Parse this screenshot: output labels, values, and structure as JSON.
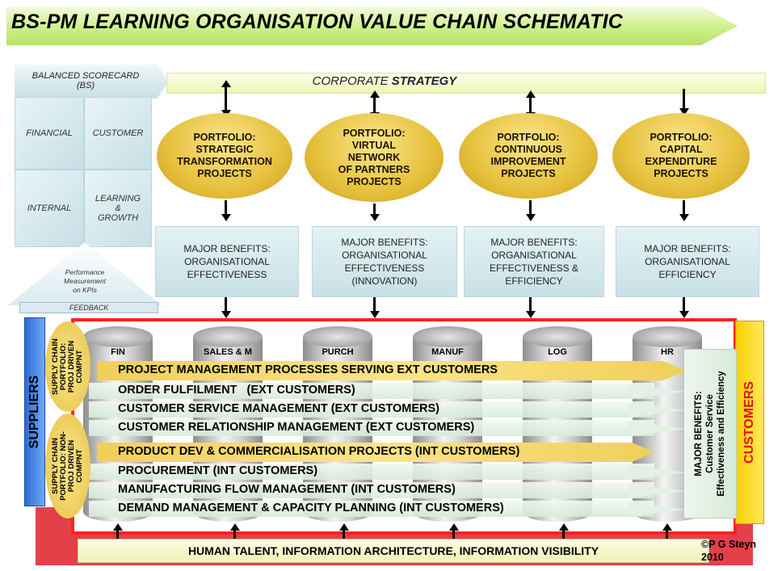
{
  "title": "BS-PM LEARNING ORGANISATION VALUE CHAIN SCHEMATIC",
  "balanced_scorecard": {
    "label_line1": "BALANCED SCORECARD",
    "label_line2": "(BS)",
    "quadrants": {
      "financial": "FINANCIAL",
      "customer": "CUSTOMER",
      "internal": "INTERNAL",
      "learning_line1": "LEARNING",
      "learning_line2": "&",
      "learning_line3": "GROWTH"
    }
  },
  "corporate_strategy": {
    "prefix": "CORPORATE ",
    "emphasis": "STRATEGY"
  },
  "portfolios": [
    {
      "l1": "PORTFOLIO:",
      "l2": "STRATEGIC",
      "l3": "TRANSFORMATION",
      "l4": "PROJECTS"
    },
    {
      "l1": "PORTFOLIO:",
      "l2": "VIRTUAL",
      "l3": "NETWORK",
      "l4": "OF PARTNERS",
      "l5": "PROJECTS"
    },
    {
      "l1": "PORTFOLIO:",
      "l2": "CONTINUOUS",
      "l3": "IMPROVEMENT",
      "l4": "PROJECTS"
    },
    {
      "l1": "PORTFOLIO:",
      "l2": "CAPITAL",
      "l3": "EXPENDITURE",
      "l4": "PROJECTS"
    }
  ],
  "major_benefits": [
    {
      "l1": "MAJOR BENEFITS:",
      "l2": "ORGANISATIONAL",
      "l3": "EFFECTIVENESS"
    },
    {
      "l1": "MAJOR BENEFITS:",
      "l2": "ORGANISATIONAL",
      "l3": "EFFECTIVENESS",
      "l4": "(INNOVATION)"
    },
    {
      "l1": "MAJOR BENEFITS:",
      "l2": "ORGANISATIONAL",
      "l3": "EFFECTIVENESS &",
      "l4": "EFFICIENCY"
    },
    {
      "l1": "MAJOR BENEFITS:",
      "l2": "ORGANISATIONAL",
      "l3": "EFFICIENCY"
    }
  ],
  "performance": {
    "l1": "Performance",
    "l2": "Measurement",
    "l3": "on KPIs",
    "feedback": "FEEDBACK"
  },
  "suppliers": "SUPPLIERS",
  "customers": "CUSTOMERS",
  "supply_chain_top": {
    "l1": "SUPPLY CHAIN",
    "l2": "PORTFOLIO:",
    "l3": "PROJ DRIVEN",
    "l4": "COMPNT"
  },
  "supply_chain_bottom": {
    "l1": "SUPPLY CHAIN",
    "l2": "PORTFOLIO: NON-",
    "l3": "PROJ DRIVEN",
    "l4": "COMPNT"
  },
  "functions": [
    "FIN",
    "SALES & M",
    "PURCH",
    "MANUF",
    "LOG",
    "HR"
  ],
  "processes": [
    "PROJECT MANAGEMENT PROCESSES SERVING EXT CUSTOMERS",
    "ORDER FULFILMENT   (EXT CUSTOMERS)",
    "CUSTOMER SERVICE MANAGEMENT (EXT CUSTOMERS)",
    "CUSTOMER RELATIONSHIP MANAGEMENT (EXT CUSTOMERS)",
    "PRODUCT DEV & COMMERCIALISATION PROJECTS (INT CUSTOMERS)",
    "PROCUREMENT (INT CUSTOMERS)",
    "MANUFACTURING FLOW MANAGEMENT (INT CUSTOMERS)",
    "DEMAND MANAGEMENT & CAPACITY PLANNING (INT CUSTOMERS)"
  ],
  "customer_benefits": {
    "l1": "MAJOR BENEFITS:",
    "l2": "Customer Service",
    "l3": "Effectiveness and Efficiency"
  },
  "foundation": "HUMAN TALENT, INFORMATION ARCHITECTURE, INFORMATION VISIBILITY",
  "copyright": {
    "l1": "©P G Steyn",
    "l2": "2010"
  },
  "colors": {
    "banner": "#cdf08a",
    "portfolio_gold": "#e6c03c",
    "frame_red": "#ff2020",
    "suppliers_blue": "#2a6bd8",
    "customers_yellow": "#f6d000",
    "customers_text_red": "#e01010"
  }
}
